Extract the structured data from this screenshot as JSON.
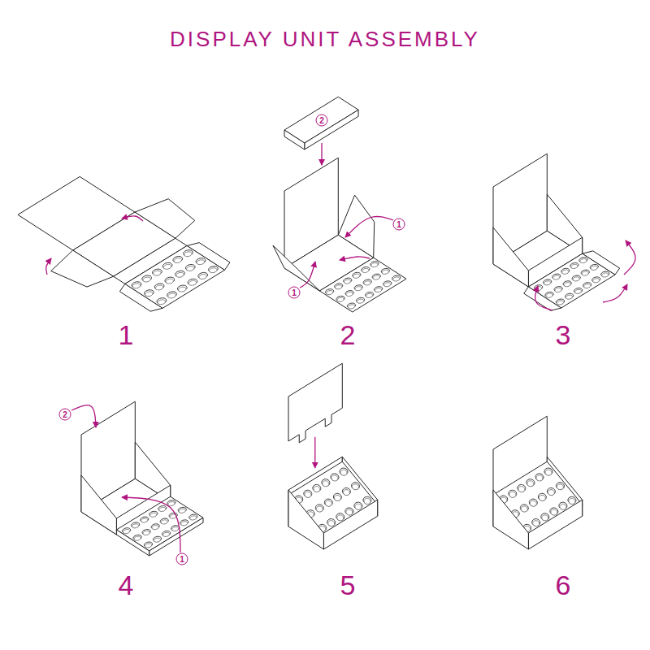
{
  "diagram": {
    "title": "DISPLAY UNIT ASSEMBLY",
    "labels": [
      "2",
      "1",
      "1",
      "1",
      "2",
      "3",
      "2",
      "1",
      "4",
      "5",
      "6"
    ]
  }
}
